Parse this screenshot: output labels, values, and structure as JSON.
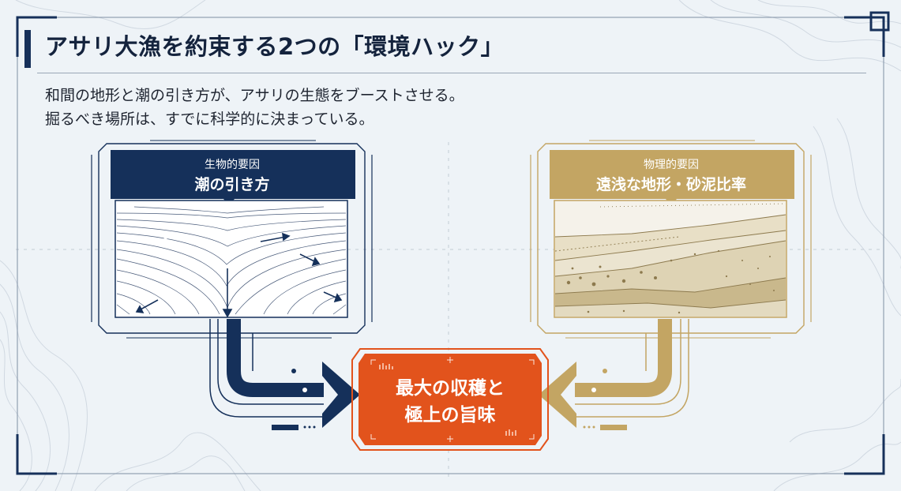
{
  "title": "アサリ大漁を約束する2つの「環境ハック」",
  "subtitle": {
    "line1": "和間の地形と潮の引き方が、アサリの生態をブーストさせる。",
    "line2": "掘るべき場所は、すでに科学的に決まっている。"
  },
  "left_panel": {
    "category": "生物的要因",
    "heading": "潮の引き方"
  },
  "right_panel": {
    "category": "物理的要因",
    "heading": "遠浅な地形・砂泥比率"
  },
  "result": {
    "line1": "最大の収穫と",
    "line2": "極上の旨味"
  },
  "colors": {
    "navy": "#15305a",
    "gold": "#c3a563",
    "orange": "#e2531c",
    "background": "#eef3f7"
  }
}
